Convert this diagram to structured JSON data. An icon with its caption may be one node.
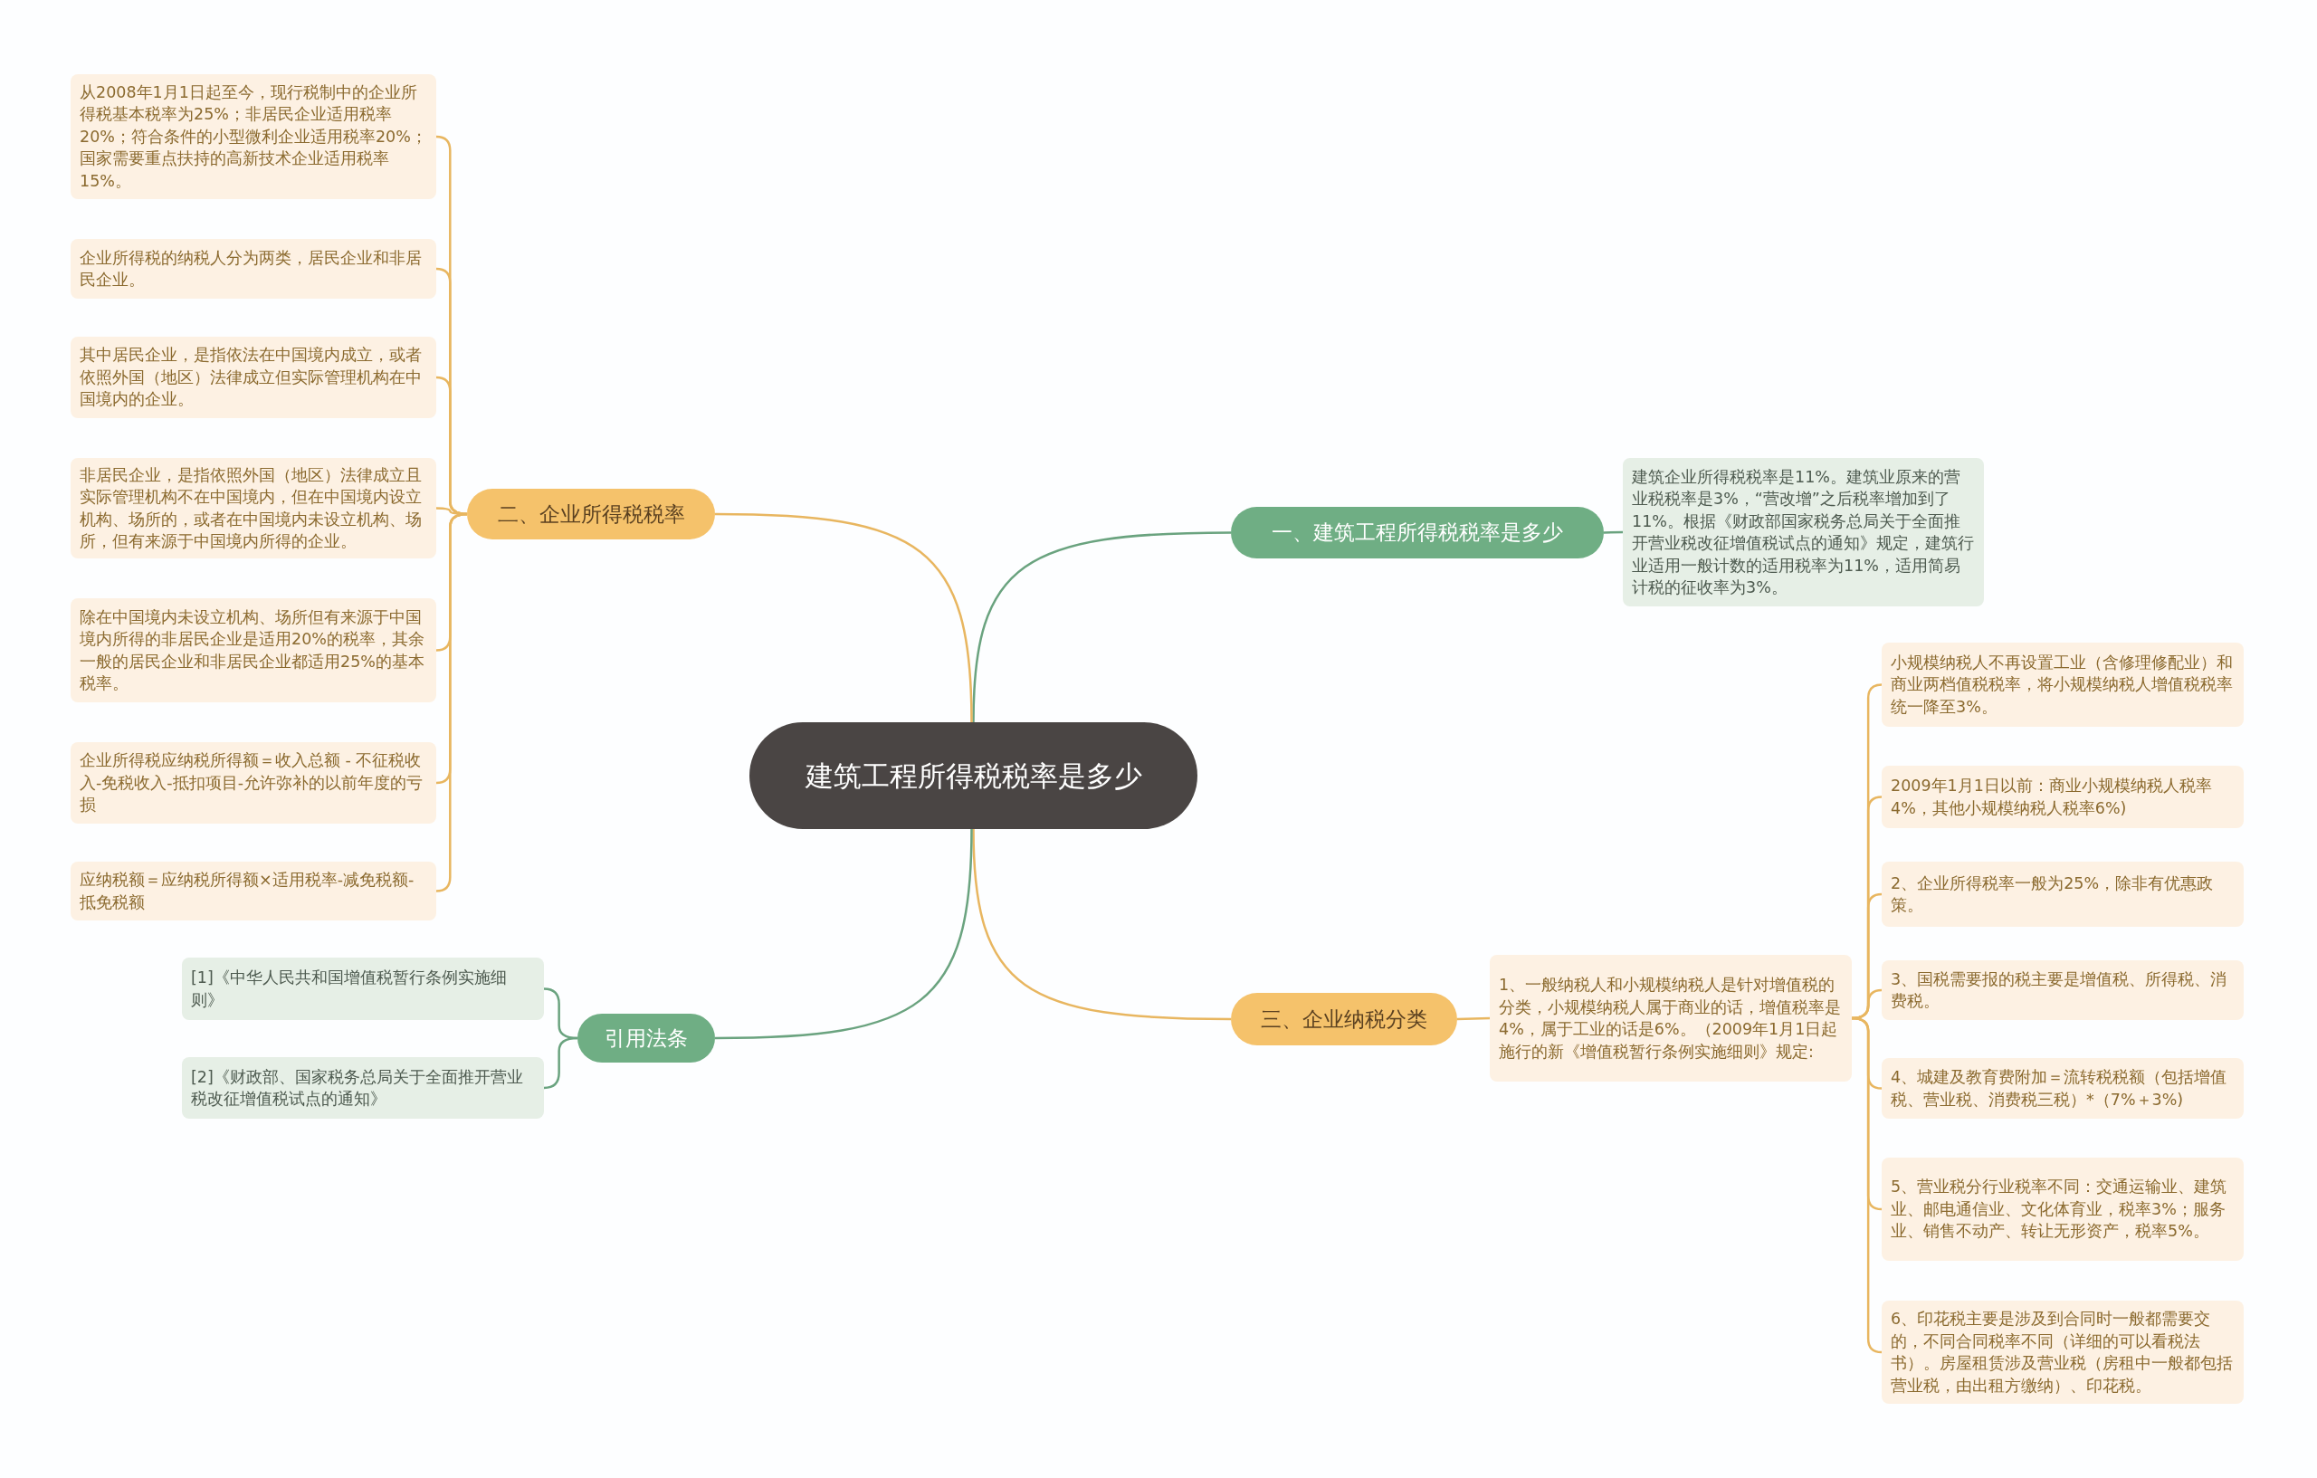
{
  "diagram": {
    "nodes": [
      {
        "text": [
          "建筑工程所得税税率是多少"
        ]
      },
      {
        "text": [
          "一、建筑工程所得税税率是多少"
        ]
      },
      {
        "text": [
          "建筑企业所得税税率是11%。建筑业原来的营业税税率是3%，“营改增”之后税率增加到了11%。根据《财政部国家税务总局关于全面推开营业税改征增值税试点的通知》规定，建筑行业适用一般计数的适用税率为11%，适用简易计税的征收率为3%。"
        ]
      },
      {
        "text": [
          "二、企业所得税税率"
        ]
      },
      {
        "text": [
          "从2008年1月1日起至今，现行税制中的企业所得税基本税率为25%；非居民企业适用税率20%；符合条件的小型微利企业适用税率20%；国家需要重点扶持的高新技术企业适用税率15%。"
        ]
      },
      {
        "text": [
          "企业所得税的纳税人分为两类，居民企业和非居民企业。"
        ]
      },
      {
        "text": [
          "其中居民企业，是指依法在中国境内成立，或者依照外国（地区）法律成立但实际管理机构在中国境内的企业。"
        ]
      },
      {
        "text": [
          "非居民企业，是指依照外国（地区）法律成立且实际管理机构不在中国境内，但在中国境内设立机构、场所的，或者在中国境内未设立机构、场所，但有来源于中国境内所得的企业。"
        ]
      },
      {
        "text": [
          "除在中国境内未设立机构、场所但有来源于中国境内所得的非居民企业是适用20%的税率，其余一般的居民企业和非居民企业都适用25%的基本税率。"
        ]
      },
      {
        "text": [
          "企业所得税应纳税所得额＝收入总额 - 不征税收入-免税收入-抵扣项目-允许弥补的以前年度的亏损"
        ]
      },
      {
        "text": [
          "应纳税额＝应纳税所得额×适用税率-减免税额-抵免税额"
        ]
      },
      {
        "text": [
          "三、企业纳税分类"
        ]
      },
      {
        "text": [
          "1、一般纳税人和小规模纳税人是针对增值税的分类，小规模纳税人属于商业的话，增值税率是4%，属于工业的话是6%。（2009年1月1日起施行的新《增值税暂行条例实施细则》规定:"
        ]
      },
      {
        "text": [
          "小规模纳税人不再设置工业（含修理修配业）和商业两档值税税率，将小规模纳税人增值税税率统一降至3%。"
        ]
      },
      {
        "text": [
          "2009年1月1日以前：商业小规模纳税人税率4%，其他小规模纳税人税率6%)"
        ]
      },
      {
        "text": [
          "2、企业所得税率一般为25%，除非有优惠政策。"
        ]
      },
      {
        "text": [
          "3、国税需要报的税主要是增值税、所得税、消费税。"
        ]
      },
      {
        "text": [
          "4、城建及教育费附加＝流转税税额（包括增值税、营业税、消费税三税）*（7%＋3%)"
        ]
      },
      {
        "text": [
          "5、营业税分行业税率不同：交通运输业、建筑业、邮电通信业、文化体育业，税率3%；服务业、销售不动产、转让无形资产，税率5%。"
        ]
      },
      {
        "text": [
          "6、印花税主要是涉及到合同时一般都需要交的，不同合同税率不同（详细的可以看税法书）。房屋租赁涉及营业税（房租中一般都包括营业税，由出租方缴纳）、印花税。"
        ]
      },
      {
        "text": [
          "引用法条"
        ]
      },
      {
        "text": [
          "[1]《中华人民共和国增值税暂行条例实施细则》"
        ]
      },
      {
        "text": [
          "[2]《财政部、国家税务总局关于全面推开营业税改征增值税试点的通知》"
        ]
      }
    ],
    "edges": [
      {
        "from": 0,
        "to": 1,
        "arrow": "none",
        "color": "#6aa37f"
      },
      {
        "from": 1,
        "to": 2,
        "arrow": "none",
        "color": "#6aa37f"
      },
      {
        "from": 0,
        "to": 3,
        "arrow": "none"
      },
      {
        "from": 3,
        "to": 4,
        "arrow": "none"
      },
      {
        "from": 3,
        "to": 5,
        "arrow": "none"
      },
      {
        "from": 3,
        "to": 6,
        "arrow": "none"
      },
      {
        "from": 3,
        "to": 7,
        "arrow": "none"
      },
      {
        "from": 3,
        "to": 8,
        "arrow": "none"
      },
      {
        "from": 3,
        "to": 9,
        "arrow": "none"
      },
      {
        "from": 3,
        "to": 10,
        "arrow": "none"
      },
      {
        "from": 0,
        "to": 11,
        "arrow": "none"
      },
      {
        "from": 11,
        "to": 12,
        "arrow": "none"
      },
      {
        "from": 12,
        "to": 13,
        "arrow": "none"
      },
      {
        "from": 12,
        "to": 14,
        "arrow": "none"
      },
      {
        "from": 12,
        "to": 15,
        "arrow": "none"
      },
      {
        "from": 12,
        "to": 16,
        "arrow": "none"
      },
      {
        "from": 12,
        "to": 17,
        "arrow": "none"
      },
      {
        "from": 12,
        "to": 18,
        "arrow": "none"
      },
      {
        "from": 12,
        "to": 19,
        "arrow": "none"
      },
      {
        "from": 0,
        "to": 20,
        "arrow": "none",
        "color": "#6aa37f"
      },
      {
        "from": 20,
        "to": 21,
        "arrow": "none",
        "color": "#6aa37f"
      },
      {
        "from": 20,
        "to": 22,
        "arrow": "none",
        "color": "#6aa37f"
      }
    ]
  }
}
